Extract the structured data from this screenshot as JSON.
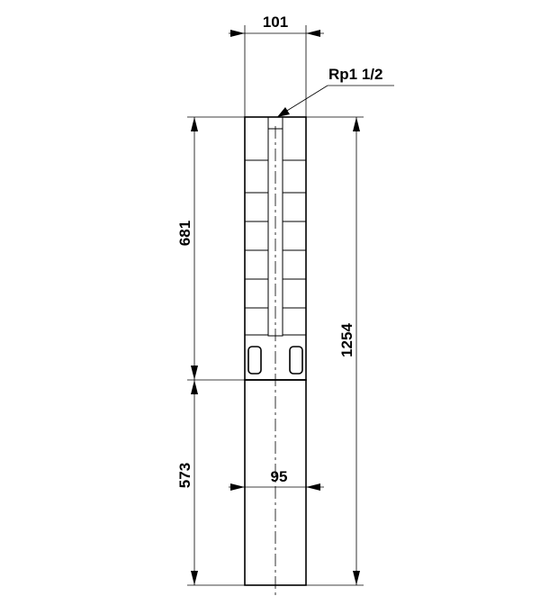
{
  "dimensions": {
    "top_width": "101",
    "thread": "Rp1 1/2",
    "pump_height": "681",
    "motor_height": "573",
    "total_height": "1254",
    "motor_width": "95"
  }
}
